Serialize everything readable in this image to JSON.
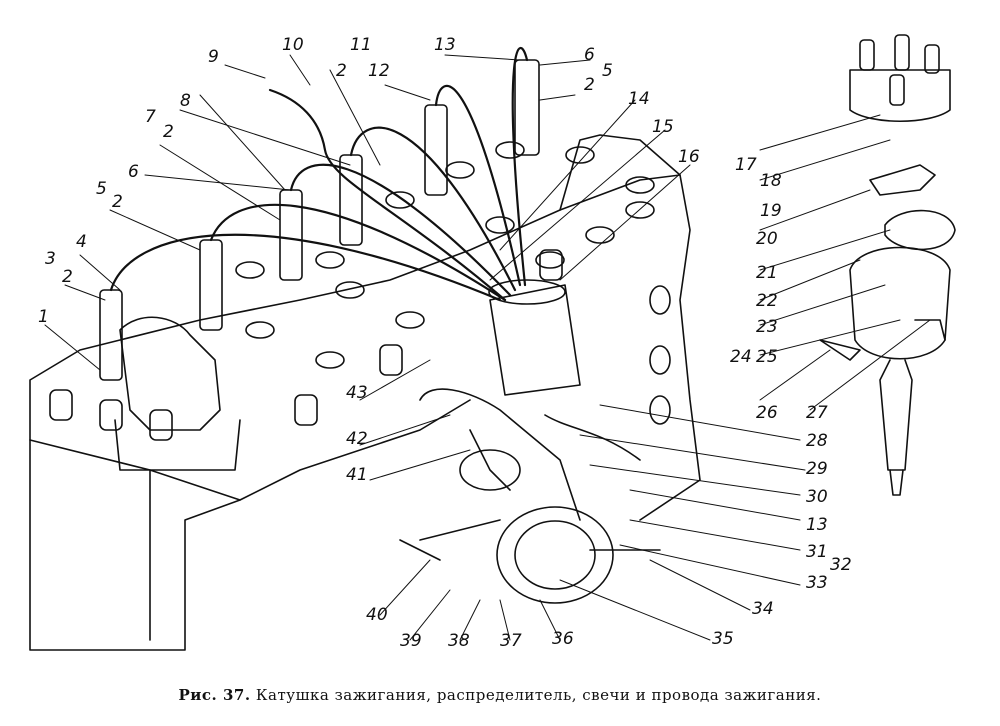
{
  "figure": {
    "caption_prefix": "Рис. 37.",
    "caption_text": "Катушка зажигания, распределитель, свечи и провода зажигания."
  },
  "labels": [
    "1",
    "2",
    "3",
    "4",
    "2",
    "5",
    "6",
    "2",
    "7",
    "8",
    "9",
    "10",
    "11",
    "2",
    "12",
    "13",
    "6",
    "2",
    "5",
    "14",
    "15",
    "16",
    "17",
    "18",
    "19",
    "20",
    "21",
    "22",
    "23",
    "24",
    "25",
    "26",
    "27",
    "28",
    "29",
    "30",
    "13",
    "31",
    "32",
    "33",
    "34",
    "35",
    "36",
    "37",
    "38",
    "39",
    "40",
    "41",
    "42",
    "43"
  ]
}
